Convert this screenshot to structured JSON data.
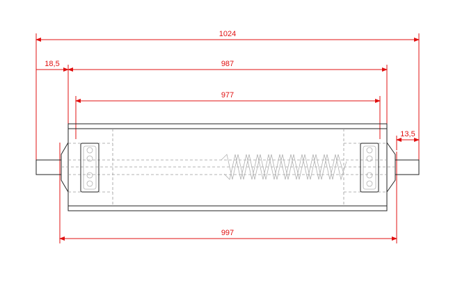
{
  "drawing": {
    "dimensions": {
      "overall_length": "1024",
      "left_shaft_offset": "18,5",
      "tube_length_outer": "987",
      "tube_length_inner": "977",
      "right_shaft_offset": "13,5",
      "housing_length": "997"
    },
    "colors": {
      "dimension": "#e01010",
      "outline": "#222222",
      "hidden": "#9a9a9a"
    }
  }
}
